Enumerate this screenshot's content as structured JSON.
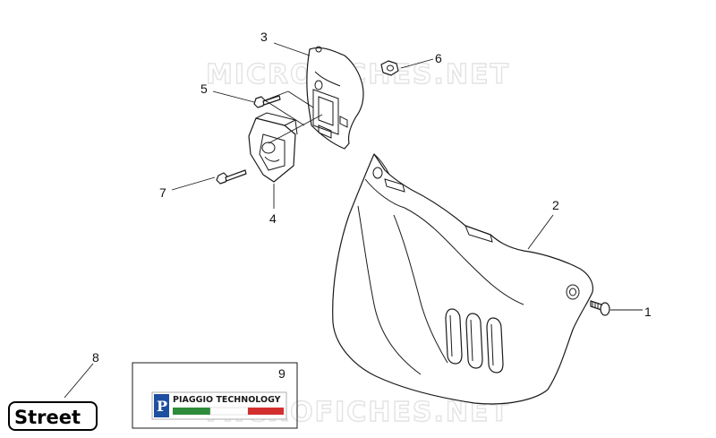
{
  "watermarks": [
    "MICROFICHES.NET",
    "MICROFICHES.NET"
  ],
  "callouts": {
    "c1": "1",
    "c2": "2",
    "c3": "3",
    "c4": "4",
    "c5": "5",
    "c6": "6",
    "c7": "7",
    "c8": "8",
    "c9": "9"
  },
  "decal_piaggio": {
    "brand": "PIAGGIO TECHNOLOGY",
    "stripe_colors": [
      "#2e8b3a",
      "#ffffff",
      "#d32f2f"
    ]
  },
  "decal_street": {
    "text": "Street"
  }
}
